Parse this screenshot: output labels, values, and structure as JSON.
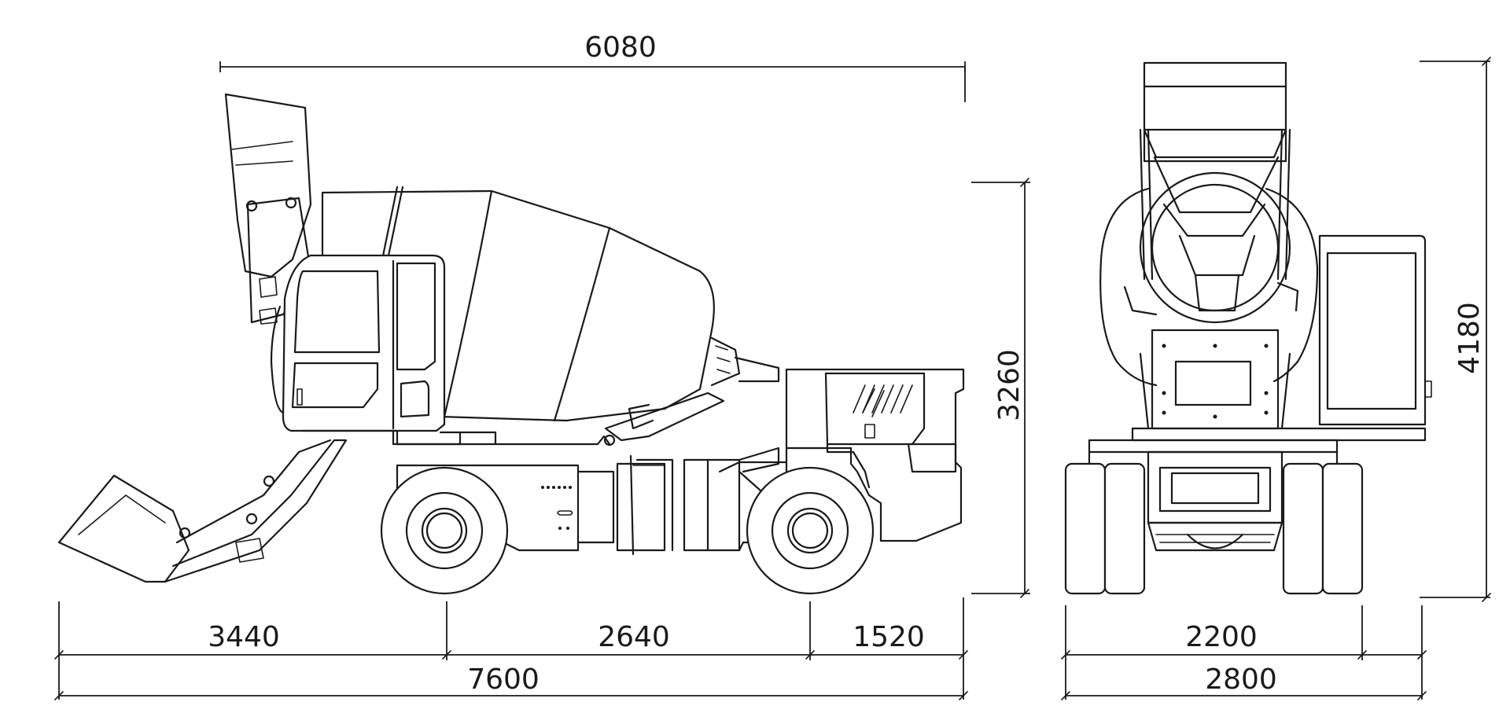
{
  "dimensions": {
    "overall_length_top": "6080",
    "front_overhang": "3440",
    "wheelbase": "2640",
    "rear_overhang": "1520",
    "total_length": "7600",
    "cab_height": "3260",
    "total_height": "4180",
    "track_width": "2200",
    "total_width": "2800"
  },
  "colors": {
    "line": "#1a1a1a",
    "background": "#ffffff"
  }
}
